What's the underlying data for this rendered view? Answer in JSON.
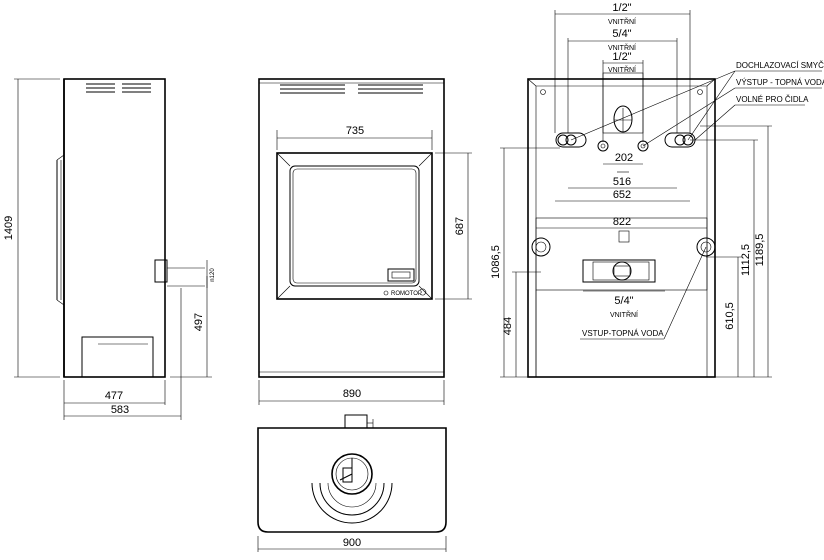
{
  "side_view": {
    "dim_height": "1409",
    "dim_depth_inner": "477",
    "dim_depth_total": "583",
    "dim_outlet_height": "497",
    "dim_outlet_small": "n120"
  },
  "front_view": {
    "dim_glass_width": "735",
    "dim_glass_height": "687",
    "dim_total_width": "890",
    "logo_text": "ROMOTOP"
  },
  "top_view": {
    "dim_width": "900"
  },
  "rear_view": {
    "conn_top_1": "1/2\"",
    "conn_top_1_note": "VNITŘNÍ",
    "conn_top_2": "5/4\"",
    "conn_top_2_note": "VNITŘNÍ",
    "conn_top_3": "1/2\"",
    "conn_top_3_note": "VNITŘNÍ",
    "dim_202": "202",
    "dim_516": "516",
    "dim_652": "652",
    "dim_822": "822",
    "conn_bottom": "5/4\"",
    "conn_bottom_note": "VNITŘNÍ",
    "dim_1086": "1086,5",
    "dim_484": "484",
    "dim_1112": "1112,5",
    "dim_1189": "1189,5",
    "dim_610": "610,5",
    "label_cooling_loop": "DOCHLAZOVACÍ SMYČKA",
    "label_outlet_heating": "VÝSTUP - TOPNÁ VODA",
    "label_free_sensor": "VOLNÉ PRO ČIDLA",
    "label_inlet_heating": "VSTUP-TOPNÁ VODA"
  }
}
